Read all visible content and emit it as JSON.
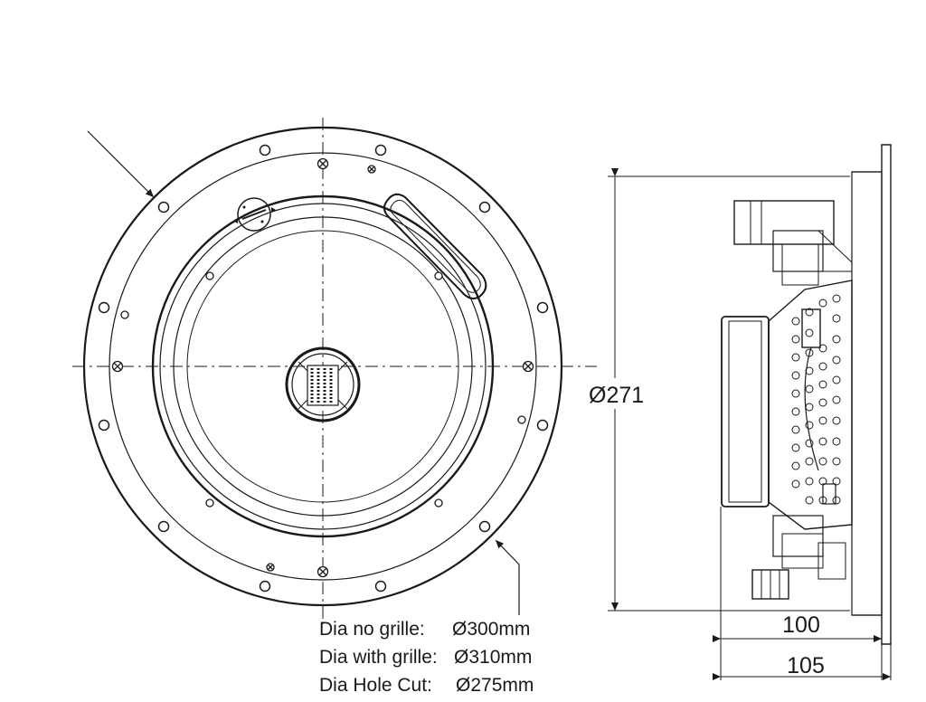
{
  "dimensions": {
    "diameter_label": "Ø271",
    "depth_inner": "100",
    "depth_outer": "105"
  },
  "specs": [
    {
      "label": "Dia no grille:",
      "value": "Ø300mm"
    },
    {
      "label": "Dia with grille:",
      "value": "Ø310mm"
    },
    {
      "label": "Dia Hole Cut:",
      "value": "Ø275mm"
    }
  ]
}
